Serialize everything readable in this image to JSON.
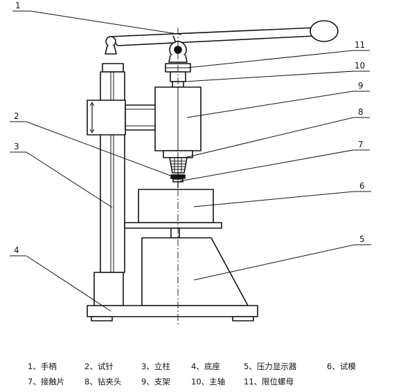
{
  "callouts": [
    "1",
    "2",
    "3",
    "4",
    "5",
    "6",
    "7",
    "8",
    "9",
    "10",
    "11"
  ],
  "legend": [
    "1、手柄",
    "2、试针",
    "3、立柱",
    "4、底座",
    "5、压力显示器",
    "6、试模",
    "7、接触片",
    "8、钻夹头",
    "9、支架",
    "10、主轴",
    "11、限位螺母"
  ]
}
